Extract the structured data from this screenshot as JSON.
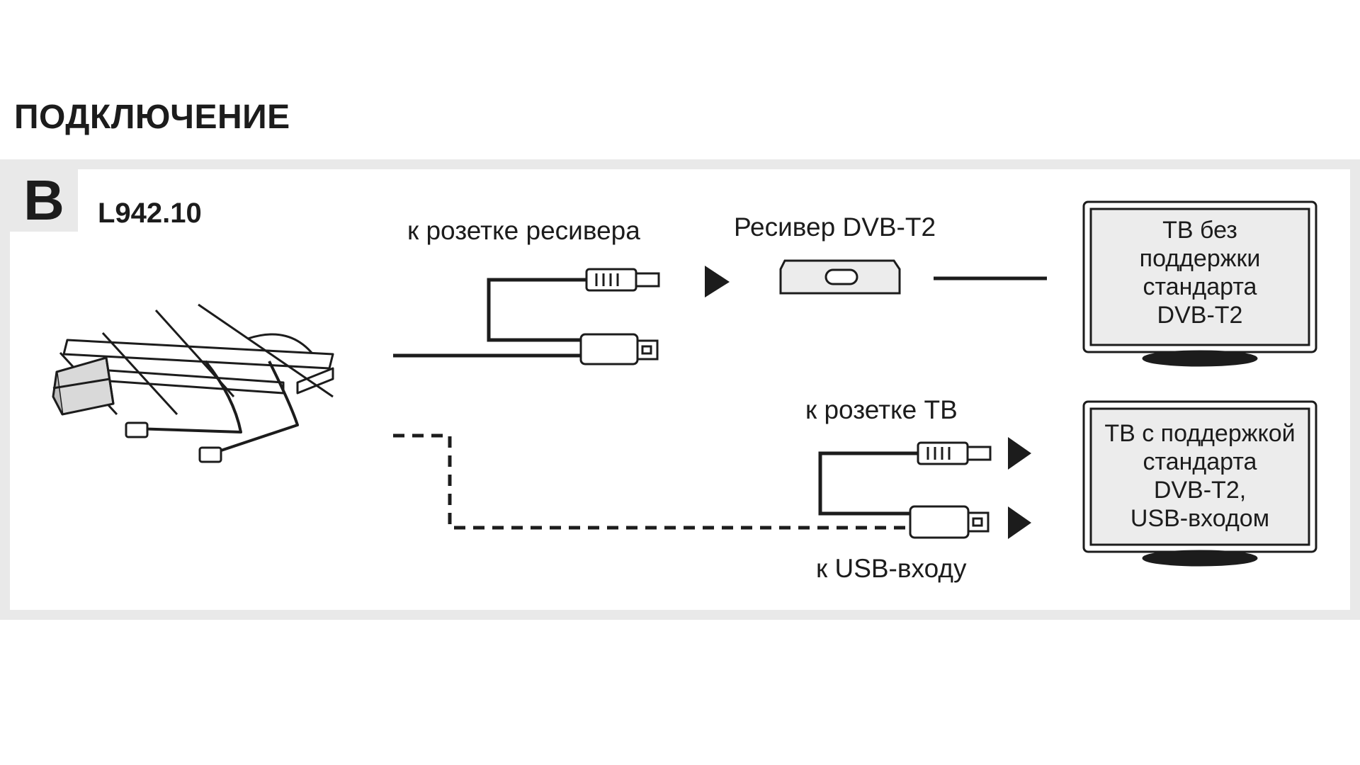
{
  "heading": "ПОДКЛЮЧЕНИЕ",
  "panel": {
    "badge": "B",
    "model": "L942.10"
  },
  "labels": {
    "receiver_socket": "к розетке ресивера",
    "receiver_name": "Ресивер DVB-T2",
    "tv_socket": "к розетке ТВ",
    "usb_input": "к USB-входу"
  },
  "tv_without_support": [
    "ТВ без",
    "поддержки",
    "стандарта",
    "DVB-T2"
  ],
  "tv_with_support": [
    "ТВ с поддержкой",
    "стандарта",
    "DVB-T2,",
    "USB-входом"
  ],
  "colors": {
    "line": "#1c1c1c",
    "panel_border": "#e9e9e9",
    "device_fill": "#ececec"
  },
  "icons": [
    "antenna-icon",
    "coax-plug-icon",
    "usb-plug-icon",
    "arrow-right-icon",
    "receiver-icon",
    "tv-icon"
  ]
}
